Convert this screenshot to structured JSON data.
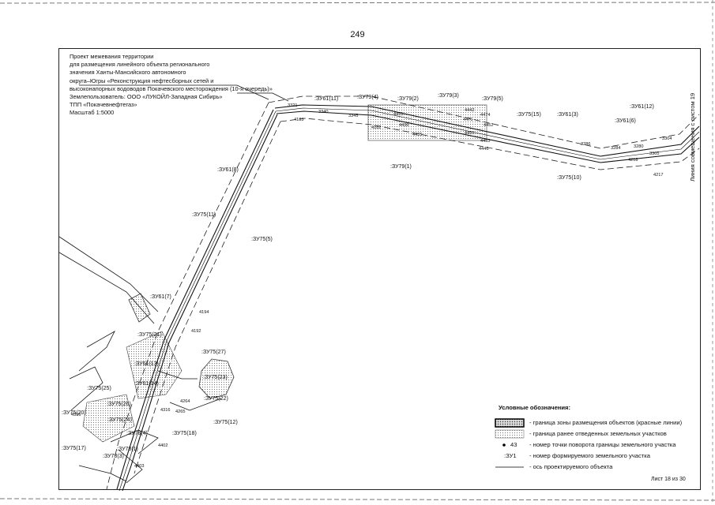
{
  "page_number": "249",
  "title_lines": [
    "Проект межевания территории",
    "для размещения линейного объекта регионального",
    "значения Ханты-Мансийского автономного",
    "округа–Югры «Реконструкция нефтесборных сетей и",
    "высоконапорных водоводов Покачевского месторождения (10-я очередь)»",
    "Землепользователь: ООО «ЛУКОЙЛ-Западная Сибирь»",
    "ТПП «Покачевнефтегаз»",
    "Масштаб 1:5000"
  ],
  "side_note": "Линия совмещения с листом 19",
  "sheet_number": "Лист 18 из 30",
  "legend": {
    "title": "Условные обозначения:",
    "items": [
      {
        "symbol": "red-line-zone",
        "text": "- граница зоны размещения объектов (красные линии)"
      },
      {
        "symbol": "allotted-plots",
        "text": "- граница ранее отведенных земельных участков"
      },
      {
        "symbol": "point",
        "sample": "43",
        "text": "- номер точки поворота границы земельного участка"
      },
      {
        "symbol": "plot-label",
        "sample": ":ЗУ1",
        "text": "- номер формируемого земельного участка"
      },
      {
        "symbol": "axis-line",
        "text": "- ось проектируемого объекта"
      }
    ]
  },
  "plot_labels": [
    ":ЗУ61(11)",
    ":ЗУ79(4)",
    ":ЗУ79(2)",
    ":ЗУ79(3)",
    ":ЗУ79(5)",
    ":ЗУ75(15)",
    ":ЗУ61(3)",
    ":ЗУ61(12)",
    ":ЗУ61(6)",
    ":ЗУ79(1)",
    ":ЗУ75(10)",
    ":ЗУ61(8)",
    ":ЗУ75(11)",
    ":ЗУ75(5)",
    ":ЗУ61(7)",
    ":ЗУ75(21)",
    ":ЗУ75(27)",
    ":ЗУ61(13)",
    ":ЗУ75(23)",
    ":ЗУ61(14)",
    ":ЗУ75(25)",
    ":ЗУ75(22)",
    ":ЗУ75(26)",
    ":ЗУ75(12)",
    ":ЗУ75(20)",
    ":ЗУ75(24)",
    ":ЗУ75(18)",
    ":ЗУ78(4)",
    ":ЗУ75(17)",
    ":ЗУ78(1)",
    ":ЗУ78(3)"
  ],
  "point_labels": [
    "3321",
    "3340",
    "3345",
    "4183",
    "4451",
    "4182",
    "4435",
    "4436",
    "4442",
    "4474",
    "4471",
    "4452",
    "4453",
    "4451",
    "4446",
    "3286",
    "3284",
    "3280",
    "3305",
    "4218",
    "4217",
    "3304",
    "4194",
    "4192",
    "4264",
    "4265",
    "4316",
    "4402",
    "4403",
    "4356"
  ]
}
